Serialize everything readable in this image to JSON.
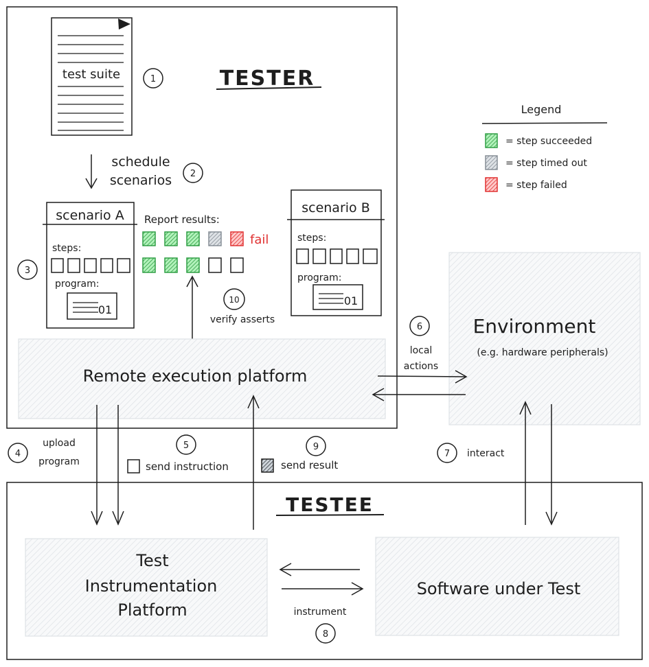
{
  "tester": {
    "title": "TESTER"
  },
  "testee": {
    "title": "TESTEE"
  },
  "test_suite": {
    "label": "test suite"
  },
  "steps_labels": {
    "s1": "1",
    "s2": "2",
    "s3": "3",
    "s4": "4",
    "s5": "5",
    "s6": "6",
    "s7": "7",
    "s8": "8",
    "s9": "9",
    "s10": "10"
  },
  "schedule": {
    "line1": "schedule",
    "line2": "scenarios"
  },
  "scenario_a": {
    "title": "scenario A",
    "steps": "steps:",
    "program": "program:",
    "program_value": "01"
  },
  "scenario_b": {
    "title": "scenario B",
    "steps": "steps:",
    "program": "program:",
    "program_value": "01"
  },
  "report": {
    "title": "Report results:",
    "fail_label": "fail",
    "row1": [
      "succeeded",
      "succeeded",
      "succeeded",
      "timed_out",
      "failed"
    ],
    "row2": [
      "succeeded",
      "succeeded",
      "succeeded",
      "empty",
      "empty"
    ]
  },
  "verify": {
    "label": "verify asserts"
  },
  "legend": {
    "title": "Legend",
    "items": [
      {
        "status": "succeeded",
        "label": "= step succeeded"
      },
      {
        "status": "timed_out",
        "label": "= step timed out"
      },
      {
        "status": "failed",
        "label": "= step failed"
      }
    ]
  },
  "remote_platform": {
    "label": "Remote execution platform"
  },
  "environment": {
    "title": "Environment",
    "subtitle": "(e.g. hardware peripherals)"
  },
  "local_actions": {
    "line1": "local",
    "line2": "actions"
  },
  "upload": {
    "line1": "upload",
    "line2": "program"
  },
  "send_instruction": {
    "label": "send instruction"
  },
  "send_result": {
    "label": "send result"
  },
  "interact": {
    "label": "interact"
  },
  "test_instrumentation": {
    "line1": "Test",
    "line2": "Instrumentation",
    "line3": "Platform"
  },
  "software_under_test": {
    "label": "Software under Test"
  },
  "instrument": {
    "label": "instrument"
  },
  "colors": {
    "succeeded": "#2fbf4a",
    "timed_out": "#868e96",
    "failed": "#e03131",
    "box_fill": "#f1f3f5",
    "ink": "#1e1e1e"
  }
}
